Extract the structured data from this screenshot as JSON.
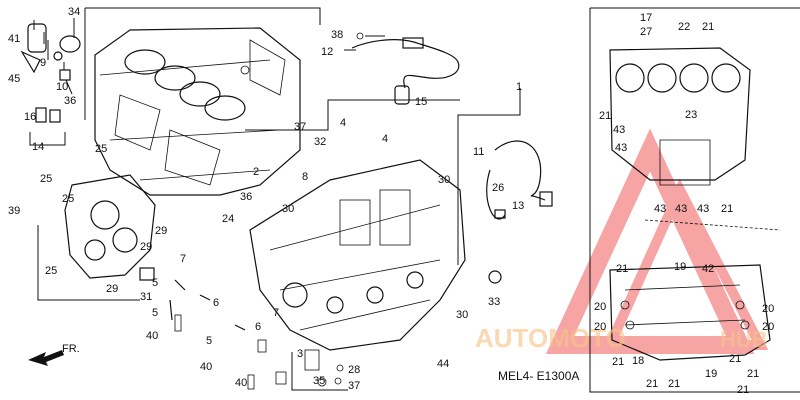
{
  "callouts": [
    {
      "id": "c41",
      "text": "41"
    },
    {
      "id": "c34",
      "text": "34"
    },
    {
      "id": "c9",
      "text": "9"
    },
    {
      "id": "c45",
      "text": "45"
    },
    {
      "id": "c10",
      "text": "10"
    },
    {
      "id": "c36a",
      "text": "36"
    },
    {
      "id": "c16",
      "text": "16"
    },
    {
      "id": "c14",
      "text": "14"
    },
    {
      "id": "c38",
      "text": "38"
    },
    {
      "id": "c12",
      "text": "12"
    },
    {
      "id": "c15",
      "text": "15"
    },
    {
      "id": "c37a",
      "text": "37"
    },
    {
      "id": "c32",
      "text": "32"
    },
    {
      "id": "c4a",
      "text": "4"
    },
    {
      "id": "c4b",
      "text": "4"
    },
    {
      "id": "c2",
      "text": "2"
    },
    {
      "id": "c36b",
      "text": "36"
    },
    {
      "id": "c8",
      "text": "8"
    },
    {
      "id": "c25a",
      "text": "25"
    },
    {
      "id": "c25b",
      "text": "25"
    },
    {
      "id": "c25c",
      "text": "25"
    },
    {
      "id": "c39",
      "text": "39"
    },
    {
      "id": "c25d",
      "text": "25"
    },
    {
      "id": "c29a",
      "text": "29"
    },
    {
      "id": "c29b",
      "text": "29"
    },
    {
      "id": "c29c",
      "text": "29"
    },
    {
      "id": "c24",
      "text": "24"
    },
    {
      "id": "c30a",
      "text": "30"
    },
    {
      "id": "c30b",
      "text": "30"
    },
    {
      "id": "c30c",
      "text": "30"
    },
    {
      "id": "c31",
      "text": "31"
    },
    {
      "id": "c7a",
      "text": "7"
    },
    {
      "id": "c5a",
      "text": "5"
    },
    {
      "id": "c6a",
      "text": "6"
    },
    {
      "id": "c40a",
      "text": "40"
    },
    {
      "id": "c5b",
      "text": "5"
    },
    {
      "id": "c6b",
      "text": "6"
    },
    {
      "id": "c7b",
      "text": "7"
    },
    {
      "id": "c5c",
      "text": "5"
    },
    {
      "id": "c40b",
      "text": "40"
    },
    {
      "id": "c40c",
      "text": "40"
    },
    {
      "id": "c35",
      "text": "35"
    },
    {
      "id": "c3",
      "text": "3"
    },
    {
      "id": "c28",
      "text": "28"
    },
    {
      "id": "c37b",
      "text": "37"
    },
    {
      "id": "c44",
      "text": "44"
    },
    {
      "id": "c33",
      "text": "33"
    },
    {
      "id": "c11",
      "text": "11"
    },
    {
      "id": "c26",
      "text": "26"
    },
    {
      "id": "c13",
      "text": "13"
    },
    {
      "id": "c1",
      "text": "1"
    },
    {
      "id": "c17",
      "text": "17"
    },
    {
      "id": "c27",
      "text": "27"
    },
    {
      "id": "c22",
      "text": "22"
    },
    {
      "id": "c21a",
      "text": "21"
    },
    {
      "id": "c21b",
      "text": "21"
    },
    {
      "id": "c23",
      "text": "23"
    },
    {
      "id": "c43a",
      "text": "43"
    },
    {
      "id": "c43b",
      "text": "43"
    },
    {
      "id": "c43c",
      "text": "43"
    },
    {
      "id": "c43d",
      "text": "43"
    },
    {
      "id": "c43e",
      "text": "43"
    },
    {
      "id": "c21c",
      "text": "21"
    },
    {
      "id": "c21d",
      "text": "21"
    },
    {
      "id": "c19a",
      "text": "19"
    },
    {
      "id": "c42",
      "text": "42"
    },
    {
      "id": "c20a",
      "text": "20"
    },
    {
      "id": "c20b",
      "text": "20"
    },
    {
      "id": "c20c",
      "text": "20"
    },
    {
      "id": "c20d",
      "text": "20"
    },
    {
      "id": "c21e",
      "text": "21"
    },
    {
      "id": "c18",
      "text": "18"
    },
    {
      "id": "c21f",
      "text": "21"
    },
    {
      "id": "c21g",
      "text": "21"
    },
    {
      "id": "c19b",
      "text": "19"
    },
    {
      "id": "c21h",
      "text": "21"
    },
    {
      "id": "c21i",
      "text": "21"
    },
    {
      "id": "c21j",
      "text": "21"
    }
  ],
  "front_arrow": "FR.",
  "diagram_code": "MEL4- E1300A",
  "watermark": {
    "brand_left": "AUTOMOTO",
    "brand_right": "HUB",
    "color": "#f05a5a",
    "accent": "#f6c48a"
  }
}
